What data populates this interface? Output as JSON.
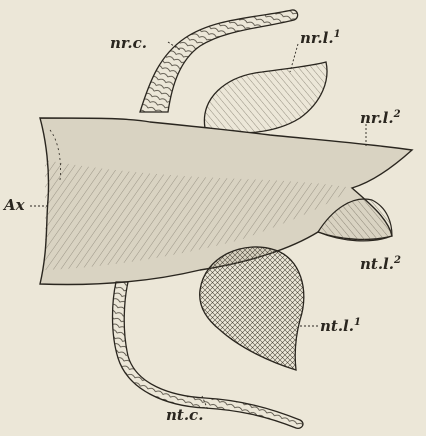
{
  "labels": {
    "nrc": "nr.c.",
    "nrl1": "nr.l.",
    "nrl1_sup": "1",
    "nrl2": "nr.l.",
    "nrl2_sup": "2",
    "ax": "Ax",
    "ntl2": "nt.l.",
    "ntl2_sup": "2",
    "ntl1": "nt.l.",
    "ntl1_sup": "1",
    "ntc": "nt.c."
  },
  "colors": {
    "paper": "#ece7d8",
    "ink": "#2a261f",
    "shade": "#d8d2c1"
  }
}
